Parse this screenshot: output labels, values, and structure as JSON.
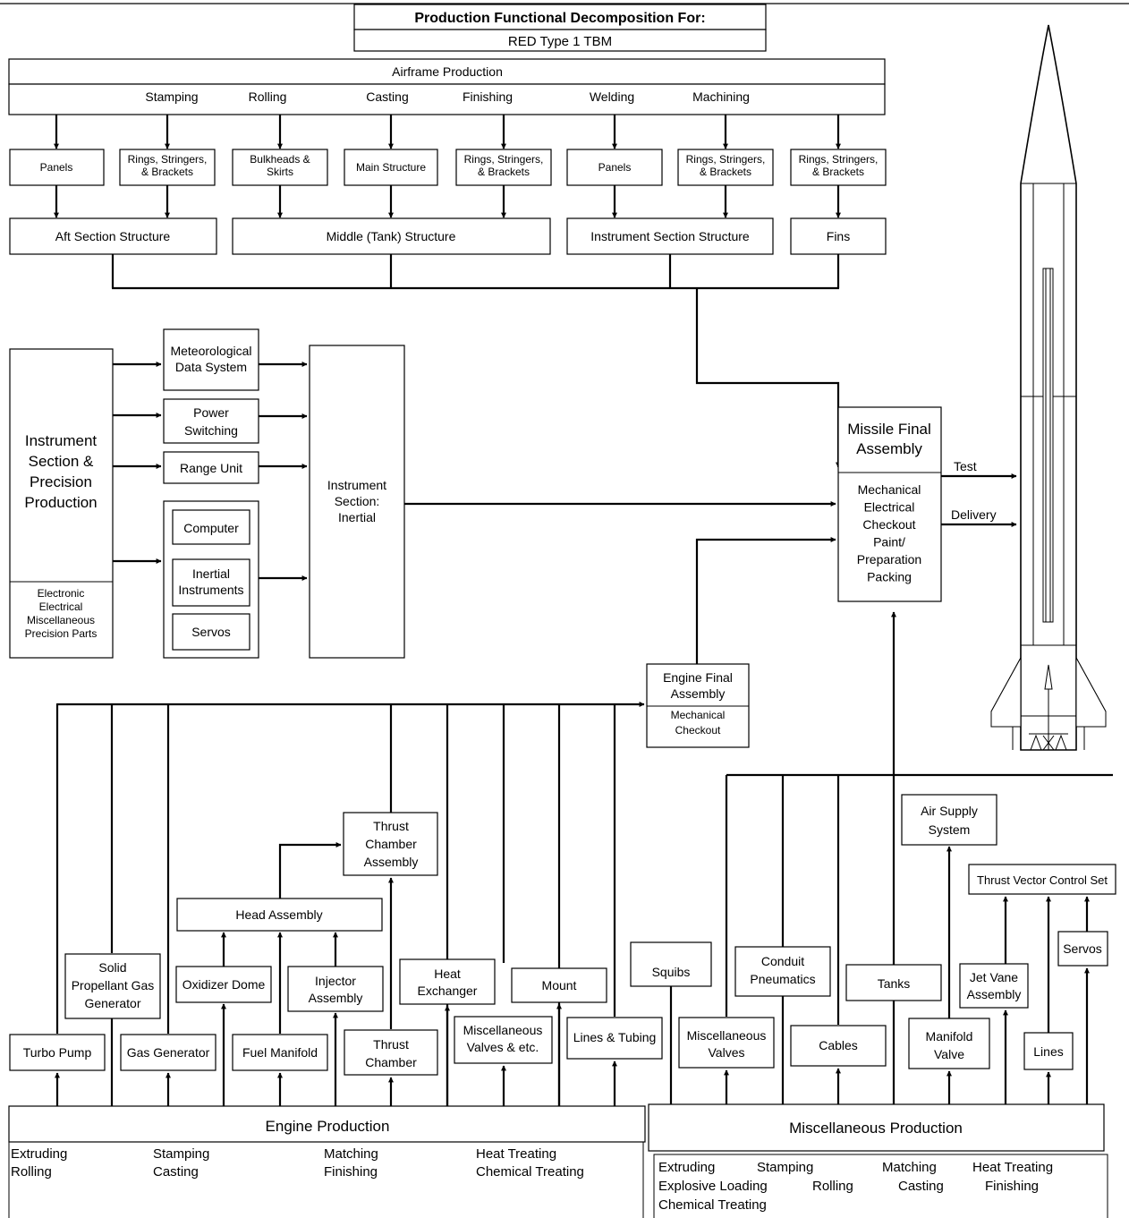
{
  "header": {
    "title": "Production Functional Decomposition For:",
    "subtitle": "RED Type 1 TBM"
  },
  "airframe": {
    "title": "Airframe Production",
    "processes": [
      "Stamping",
      "Rolling",
      "Casting",
      "Finishing",
      "Welding",
      "Machining"
    ],
    "parts": [
      "Panels",
      "Rings, Stringers,|& Brackets",
      "Bulkheads &|Skirts",
      "Main Structure",
      "Rings, Stringers,|& Brackets",
      "Panels",
      "Rings, Stringers,|& Brackets",
      "Rings, Stringers,|& Brackets"
    ],
    "structures": [
      "Aft Section Structure",
      "Middle (Tank) Structure",
      "Instrument Section Structure",
      "Fins"
    ]
  },
  "instrument": {
    "production_title": "Instrument|Section &|Precision|Production",
    "production_parts": "Electronic|Electrical|Miscellaneous|Precision Parts",
    "meteorological": "Meteorological|Data System",
    "power_switching": "Power|Switching",
    "range_unit": "Range Unit",
    "computer": "Computer",
    "inertial_instruments": "Inertial|Instruments",
    "servos": "Servos",
    "inertial_section": "Instrument|Section:|Inertial"
  },
  "final": {
    "title": "Missile Final|Assembly",
    "steps": "Mechanical|Electrical|Checkout|Paint/|Preparation|Packing",
    "test_label": "Test",
    "delivery_label": "Delivery"
  },
  "engine_final": {
    "title": "Engine Final|Assembly",
    "steps": "Mechanical|Checkout"
  },
  "engine": {
    "thrust_chamber_assembly": "Thrust|Chamber|Assembly",
    "head_assembly": "Head Assembly",
    "solid_propellant": "Solid|Propellant Gas|Generator",
    "oxidizer_dome": "Oxidizer Dome",
    "injector_assembly": "Injector|Assembly",
    "heat_exchanger": "Heat|Exchanger",
    "mount": "Mount",
    "turbo_pump": "Turbo Pump",
    "gas_generator": "Gas Generator",
    "fuel_manifold": "Fuel Manifold",
    "thrust_chamber": "Thrust|Chamber",
    "misc_valves": "Miscellaneous|Valves & etc.",
    "lines_tubing": "Lines & Tubing",
    "production_title": "Engine Production",
    "processes": [
      "Extruding|Rolling",
      "Stamping|Casting",
      "Matching|Finishing",
      "Heat Treating|Chemical Treating"
    ]
  },
  "misc": {
    "air_supply": "Air Supply|System",
    "tvc_set": "Thrust Vector Control Set",
    "squibs": "Squibs",
    "conduit": "Conduit|Pneumatics",
    "tanks": "Tanks",
    "jet_vane": "Jet Vane|Assembly",
    "servos": "Servos",
    "misc_valves": "Miscellaneous|Valves",
    "cables": "Cables",
    "manifold_valve": "Manifold|Valve",
    "lines": "Lines",
    "production_title": "Miscellaneous Production",
    "processes_row1": [
      "Extruding",
      "Stamping",
      "Matching",
      "Heat Treating"
    ],
    "processes_row2": [
      "Explosive Loading",
      "Rolling",
      "Casting",
      "Finishing"
    ],
    "processes_row3": [
      "Chemical Treating"
    ]
  }
}
